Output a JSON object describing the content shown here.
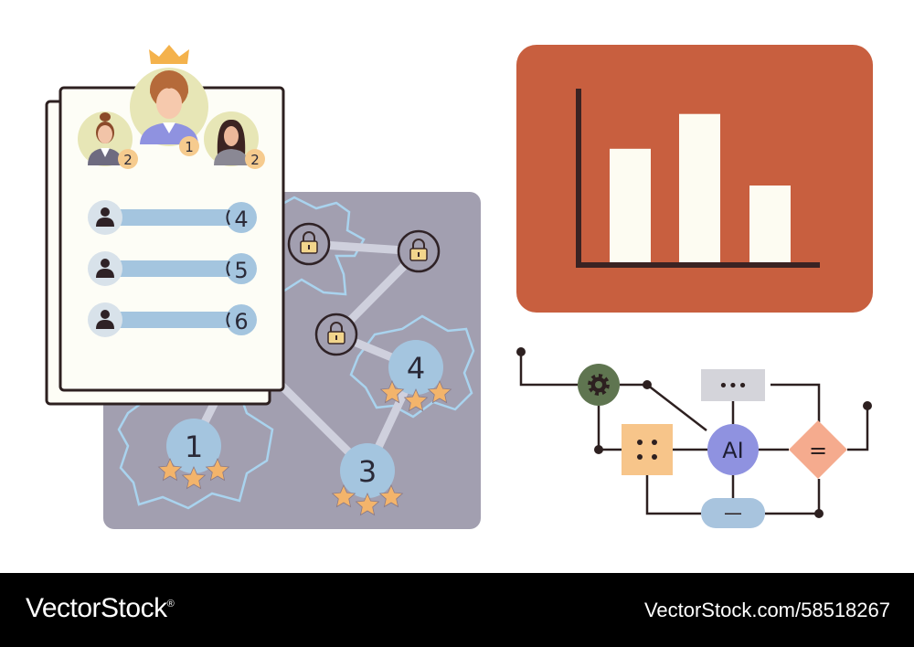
{
  "colors": {
    "map_bg": "#a29fb0",
    "map_outline": "#a9d3ee",
    "node_fill": "#a4c5df",
    "star": "#f3b46b",
    "path": "#cfd0dd",
    "card_bg": "#fdfdf6",
    "card_border": "#2d2020",
    "avatar_bg": "#e7e6b6",
    "badge": "#f6cb8e",
    "crown": "#f4b24c",
    "chart_bg": "#c85f3f",
    "bar_fill": "#fdfcf2",
    "axis": "#3a2323",
    "gear_node": "#5f7550",
    "grid_node": "#f7c58a",
    "ai_node": "#8f92e0",
    "diamond_node": "#f5ab8e",
    "dots_node": "#d4d4da",
    "dash_node": "#a8c4de"
  },
  "leaderboard": {
    "top": [
      {
        "badge": "2"
      },
      {
        "badge": "1"
      },
      {
        "badge": "2"
      }
    ],
    "rows": [
      {
        "value": "4"
      },
      {
        "value": "5"
      },
      {
        "value": "6"
      }
    ]
  },
  "map": {
    "levels": [
      {
        "number": "1"
      },
      {
        "number": "3"
      },
      {
        "number": "4"
      }
    ],
    "locked_count": 3
  },
  "chart_data": {
    "type": "bar",
    "categories": [
      "",
      "",
      ""
    ],
    "values": [
      0.65,
      0.85,
      0.44
    ],
    "ylim": [
      0,
      1
    ],
    "title": "",
    "xlabel": "",
    "ylabel": "",
    "grid": false
  },
  "flow": {
    "ai_label": "AI",
    "dots_label": "•••",
    "grid_label": "⁚⁚",
    "equals_label": "=",
    "dash_label": "—",
    "gear_icon": "gear-icon"
  },
  "footer": {
    "brand": "VectorStock",
    "brand_mark": "®",
    "stock_id": "VectorStock.com/58518267"
  }
}
